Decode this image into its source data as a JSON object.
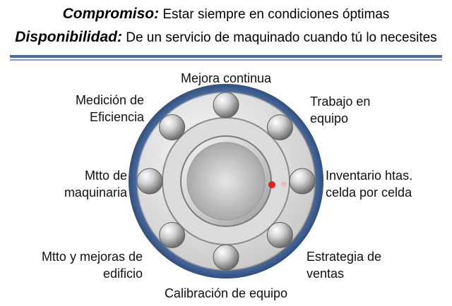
{
  "header": {
    "line1": {
      "key": "Compromiso:",
      "text": " Estar siempre en condiciones óptimas"
    },
    "line2": {
      "key": "Disponibilidad:",
      "text": " De un servicio de maquinado cuando tú lo necesites"
    }
  },
  "labels": {
    "top": "Mejora continua",
    "top_left": [
      "Medición de",
      "Eficiencia"
    ],
    "top_right": [
      "Trabajo en",
      "equipo"
    ],
    "mid_left": [
      "Mtto de",
      "maquinaria"
    ],
    "mid_right": [
      "Inventario  htas.",
      "celda por celda"
    ],
    "bottom_left": [
      "Mtto y mejoras  de",
      "edificio"
    ],
    "bottom_right": [
      "Estrategia de",
      "ventas"
    ],
    "bottom": "Calibración de equipo"
  },
  "colors": {
    "outer_ring": "#3d5f8f",
    "rule": "#4a6fa8",
    "marker": "#e02020"
  },
  "icons": {
    "center": "ball-bearing-icon"
  }
}
